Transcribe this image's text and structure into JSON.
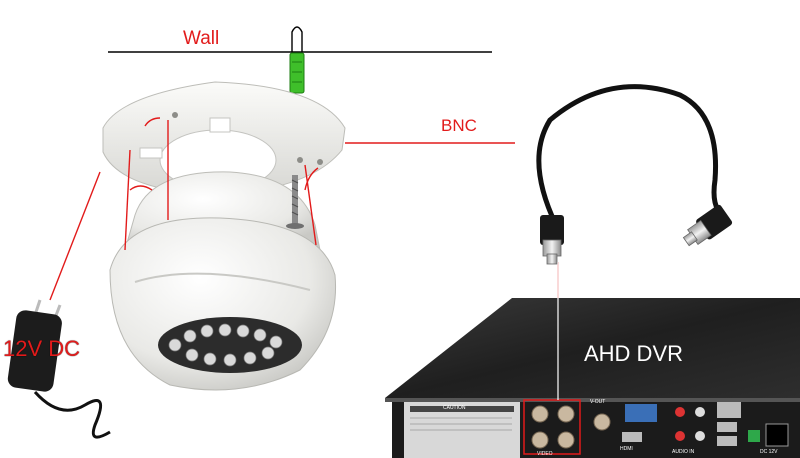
{
  "labels": {
    "wall": "Wall",
    "bnc": "BNC",
    "power": "12V DC",
    "dvr": "AHD DVR"
  },
  "dvr_panel": {
    "caution": "CAUTION",
    "video": "VIDEO",
    "vout": "V-OUT",
    "hdmi": "HDMI",
    "audio_in": "AUDIO IN",
    "dc": "DC 12V"
  },
  "colors": {
    "callout": "#e21b1b",
    "wall_line": "#000000",
    "wall_anchor": "#3fbf2a",
    "camera": "#ededea",
    "cable": "#111111",
    "dvr_body": "#2b2b2b"
  },
  "icons": [
    "wall-anchor-icon",
    "screw-icon",
    "power-adapter-icon",
    "bnc-cable-icon",
    "dome-camera-icon",
    "dvr-icon"
  ]
}
